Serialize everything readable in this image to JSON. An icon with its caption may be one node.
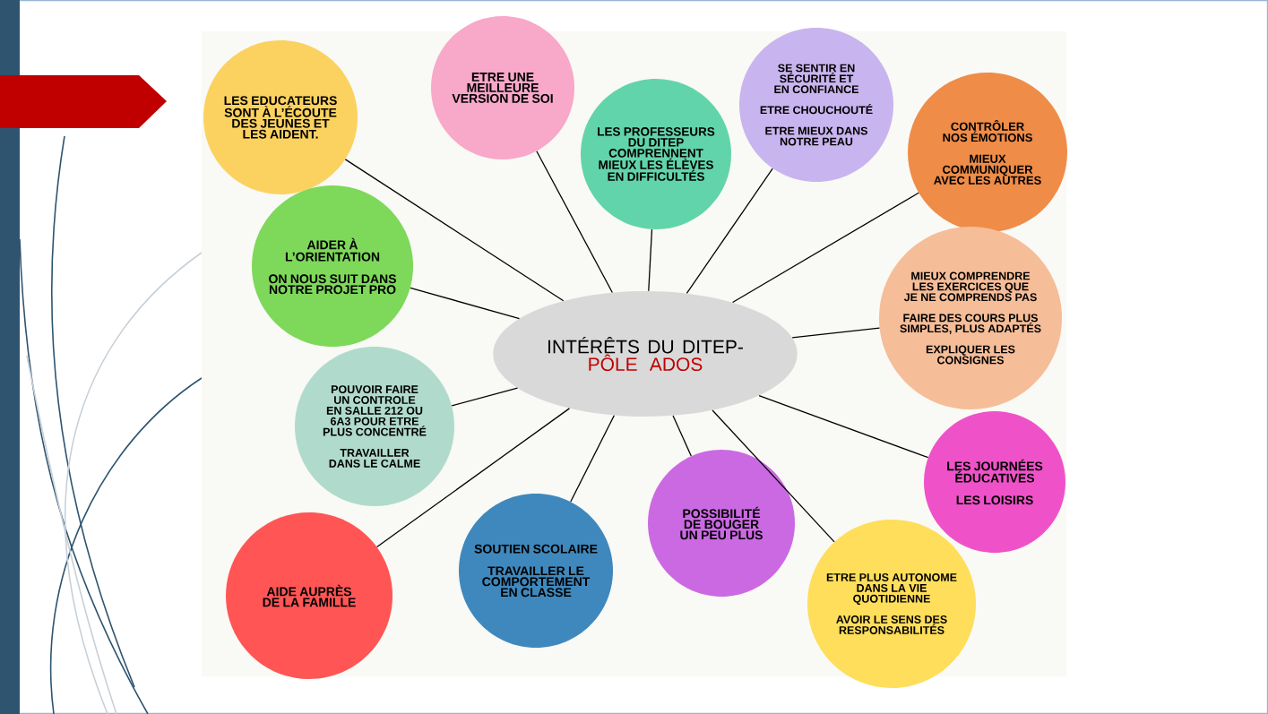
{
  "diagram": {
    "nodes": [
      {
        "text": [
          "INTÉRÊTS DU DITEP-",
          "PÔLE ADOS"
        ]
      },
      {
        "text": [
          "LES EDUCATEURS SONT À L’ÉCOUTE DES JEUNES ET LES AIDENT."
        ]
      },
      {
        "text": [
          "ETRE UNE MEILLEURE VERSION DE SOI"
        ]
      },
      {
        "text": [
          "LES PROFESSEURS DU DITEP COMPRENNENT MIEUX LES ÉLÈVES EN DIFFICULTÉS"
        ]
      },
      {
        "text": [
          "SE SENTIR EN SÉCURITÉ ET EN CONFIANCE",
          "ETRE CHOUCHOUTÉ",
          "ETRE MIEUX DANS NOTRE  PEAU"
        ]
      },
      {
        "text": [
          "CONTRÔLER NOS ÉMOTIONS",
          "MIEUX COMMUNIQUER AVEC LES AUTRES"
        ]
      },
      {
        "text": [
          "MIEUX COMPRENDRE LES EXERCICES QUE JE NE COMPRENDS PAS",
          "FAIRE DES COURS PLUS SIMPLES, PLUS ADAPTÉS",
          "EXPLIQUER LES CONSIGNES"
        ]
      },
      {
        "text": [
          "LES JOURNÉES ÉDUCATIVES",
          "LES LOISIRS"
        ]
      },
      {
        "text": [
          "ETRE PLUS AUTONOME DANS LA VIE QUOTIDIENNE",
          "AVOIR LE SENS DES RESPONSABILITÉS"
        ]
      },
      {
        "text": [
          "POSSIBILITÉ DE BOUGER UN PEU PLUS"
        ]
      },
      {
        "text": [
          "SOUTIEN SCOLAIRE",
          "TRAVAILLER LE COMPORTEMENT EN CLASSE"
        ]
      },
      {
        "text": [
          "AIDE AUPRÈS DE LA FAMILLE"
        ]
      },
      {
        "text": [
          "POUVOIR FAIRE UN CONTROLE EN SALLE 212 OU 6A3  POUR ETRE PLUS CONCENTRÉ",
          "TRAVAILLER DANS LE CALME"
        ]
      },
      {
        "text": [
          "AIDER À L’ORIENTATION",
          "ON NOUS SUIT DANS NOTRE PROJET PRO"
        ]
      }
    ],
    "edges": [
      {
        "from": 0,
        "to": 1,
        "arrow": "none"
      },
      {
        "from": 0,
        "to": 2,
        "arrow": "none"
      },
      {
        "from": 0,
        "to": 3,
        "arrow": "none"
      },
      {
        "from": 0,
        "to": 4,
        "arrow": "none"
      },
      {
        "from": 0,
        "to": 5,
        "arrow": "none"
      },
      {
        "from": 0,
        "to": 6,
        "arrow": "none"
      },
      {
        "from": 0,
        "to": 7,
        "arrow": "none"
      },
      {
        "from": 0,
        "to": 8,
        "arrow": "none"
      },
      {
        "from": 0,
        "to": 9,
        "arrow": "none"
      },
      {
        "from": 0,
        "to": 10,
        "arrow": "none"
      },
      {
        "from": 0,
        "to": 11,
        "arrow": "none"
      },
      {
        "from": 0,
        "to": 12,
        "arrow": "none"
      },
      {
        "from": 0,
        "to": 13,
        "arrow": "none"
      }
    ]
  }
}
